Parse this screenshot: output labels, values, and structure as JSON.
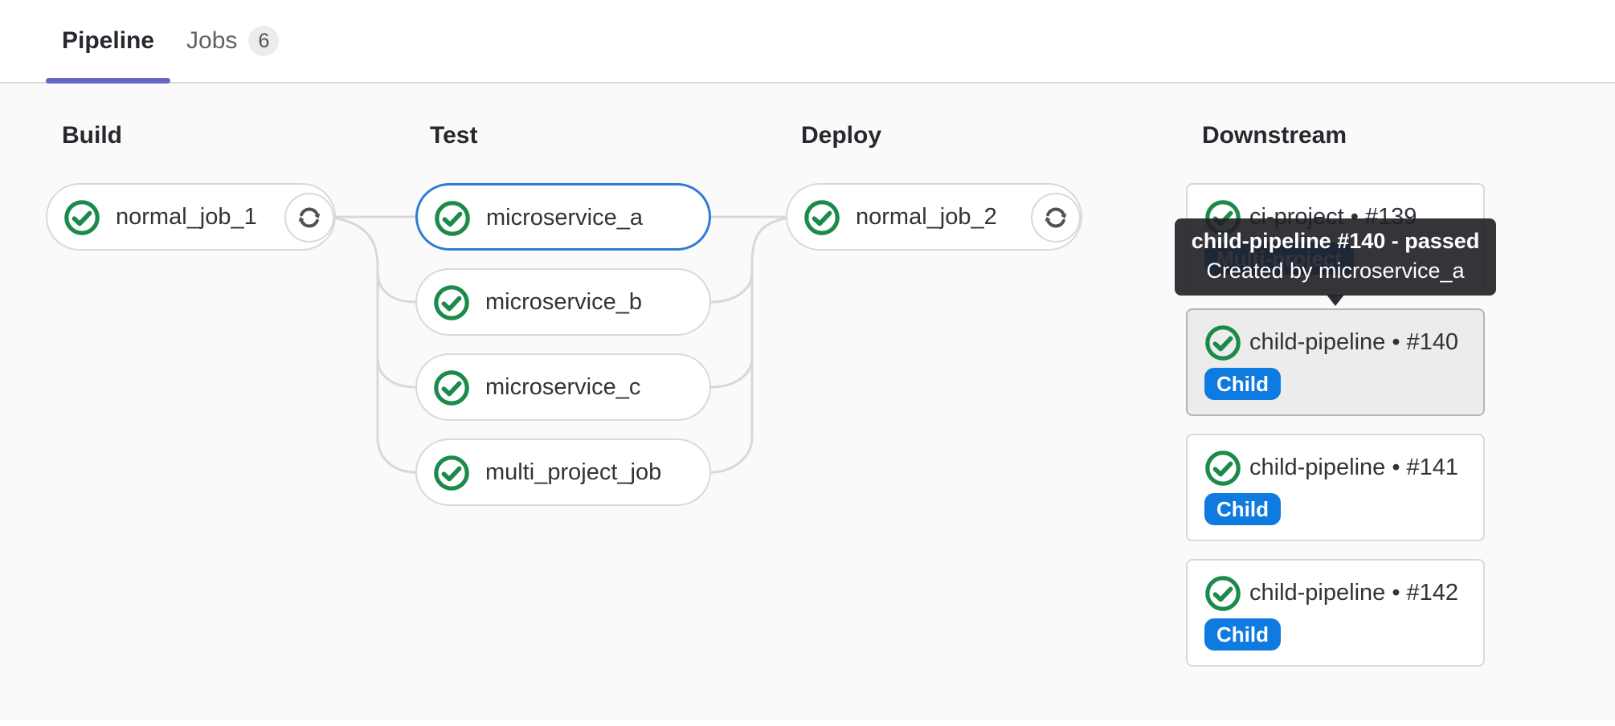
{
  "tabs": [
    {
      "label": "Pipeline",
      "active": true
    },
    {
      "label": "Jobs",
      "badge": "6"
    }
  ],
  "stages": [
    {
      "name": "Build",
      "jobs": [
        {
          "label": "normal_job_1",
          "status": "passed",
          "retry": true
        }
      ]
    },
    {
      "name": "Test",
      "jobs": [
        {
          "label": "microservice_a",
          "status": "passed",
          "selected": true
        },
        {
          "label": "microservice_b",
          "status": "passed"
        },
        {
          "label": "microservice_c",
          "status": "passed"
        },
        {
          "label": "multi_project_job",
          "status": "passed"
        }
      ]
    },
    {
      "name": "Deploy",
      "jobs": [
        {
          "label": "normal_job_2",
          "status": "passed",
          "retry": true
        }
      ]
    }
  ],
  "downstream": {
    "name": "Downstream",
    "cards": [
      {
        "title": "ci-project • #139",
        "badge": "Multi-project",
        "status": "passed"
      },
      {
        "title": "child-pipeline • #140",
        "badge": "Child",
        "status": "passed",
        "highlighted": true
      },
      {
        "title": "child-pipeline • #141",
        "badge": "Child",
        "status": "passed"
      },
      {
        "title": "child-pipeline • #142",
        "badge": "Child",
        "status": "passed"
      }
    ]
  },
  "tooltip": {
    "line1": "child-pipeline #140 - passed",
    "line2": "Created by microservice_a"
  },
  "colors": {
    "accent_purple": "#6666c4",
    "success_green": "#1b8a4a",
    "selected_blue": "#2e7cd5",
    "badge_blue": "#0f7be0",
    "connector_gray": "#d8d8d8",
    "panel_bg": "#fafafa",
    "tooltip_bg": "#1f1e24"
  }
}
